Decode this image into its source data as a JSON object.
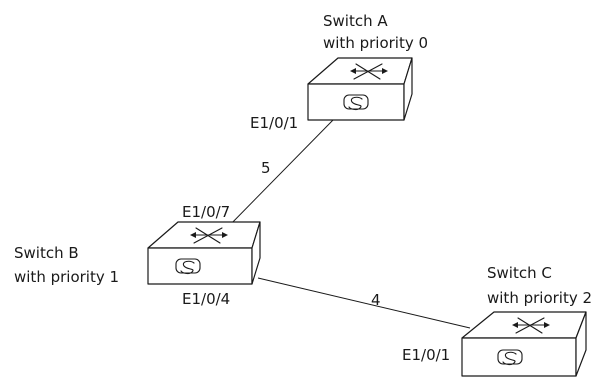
{
  "switches": [
    {
      "name": "Switch A",
      "priority_label": "with priority 0"
    },
    {
      "name": "Switch B",
      "priority_label": "with priority 1"
    },
    {
      "name": "Switch C",
      "priority_label": "with priority 2"
    }
  ],
  "ports": {
    "a_e1_0_1": "E1/0/1",
    "b_e1_0_7": "E1/0/7",
    "b_e1_0_4": "E1/0/4",
    "c_e1_0_1": "E1/0/1"
  },
  "links": [
    {
      "between": "Switch A - Switch B",
      "cost": "5"
    },
    {
      "between": "Switch B - Switch C",
      "cost": "4"
    }
  ],
  "icons": [
    "switch-icon",
    "switch-icon",
    "switch-icon"
  ]
}
